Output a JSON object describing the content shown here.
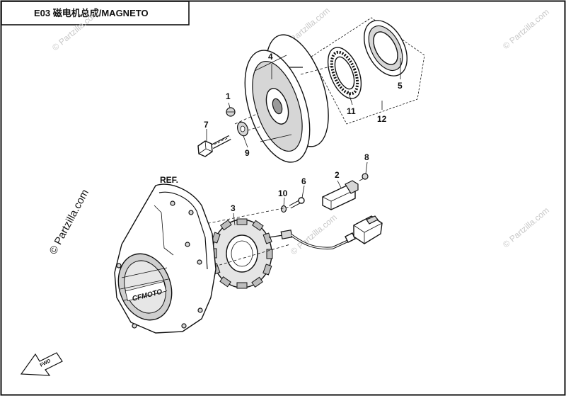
{
  "title": "E03 磁电机总成/MAGNETO",
  "watermark": "© Partzilla.com",
  "brand_mark": "CFMOTO",
  "fwd_mark": "FWD",
  "ref_label": "REF.",
  "callouts": {
    "c1": "1",
    "c2": "2",
    "c3": "3",
    "c4": "4",
    "c5": "5",
    "c6": "6",
    "c7": "7",
    "c8": "8",
    "c9": "9",
    "c10": "10",
    "c11": "11",
    "c12": "12"
  }
}
